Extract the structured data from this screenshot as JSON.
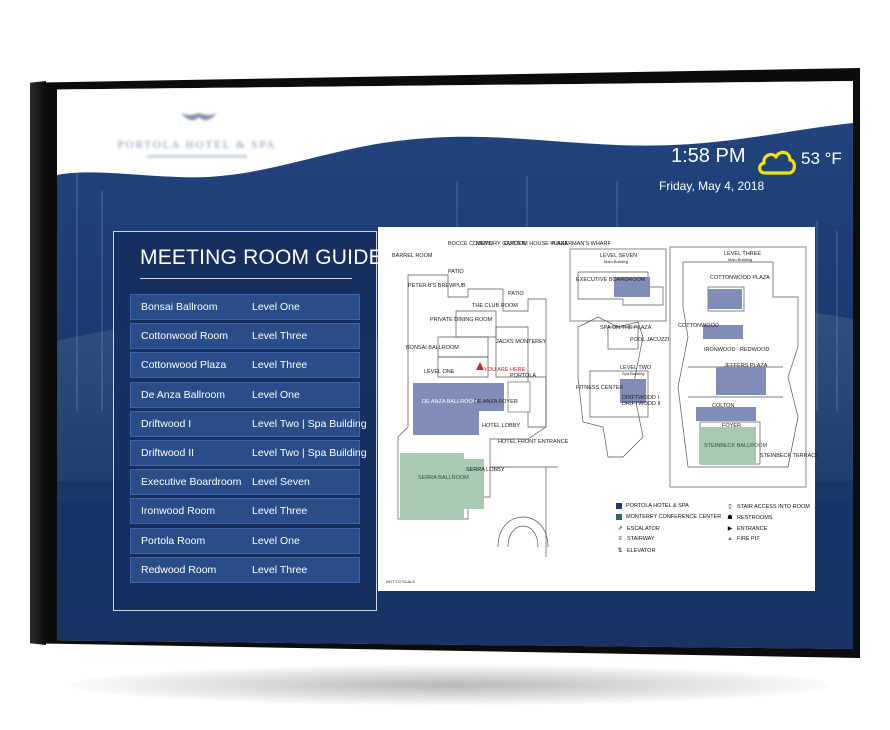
{
  "header": {
    "logo": {
      "line1": "PORTOLA HOTEL & SPA",
      "line2": ""
    },
    "time": "1:58 PM",
    "weather_icon": "cloud-icon",
    "temperature": "53 °F",
    "date": "Friday, May 4, 2018"
  },
  "colors": {
    "navy": "#1b3a72",
    "panel": "#162d5d",
    "row": "#2a4d8a",
    "cloud": "#f5e400",
    "portola": "#7f8db8",
    "monterey": "#a8c9b2"
  },
  "guide": {
    "title": "MEETING ROOM GUIDE",
    "rooms": [
      {
        "name": "Bonsai Ballroom",
        "level": "Level One"
      },
      {
        "name": "Cottonwood Room",
        "level": "Level Three"
      },
      {
        "name": "Cottonwood Plaza",
        "level": "Level Three"
      },
      {
        "name": "De Anza Ballroom",
        "level": "Level One"
      },
      {
        "name": "Driftwood I",
        "level": "Level Two | Spa Building"
      },
      {
        "name": "Driftwood II",
        "level": "Level Two | Spa Building"
      },
      {
        "name": "Executive Boardroom",
        "level": "Level Seven"
      },
      {
        "name": "Ironwood Room",
        "level": "Level Three"
      },
      {
        "name": "Portola Room",
        "level": "Level One"
      },
      {
        "name": "Redwood Room",
        "level": "Level Three"
      }
    ]
  },
  "map": {
    "labels": {
      "barrel_room": "BARREL ROOM",
      "bocce": "BOCCE COURTS",
      "memory_garden": "MEMORY GARDEN",
      "custom_house": "CUSTOM HOUSE PLAZA",
      "fishermans_wharf": "FISHERMAN'S WHARF",
      "patio1": "PATIO",
      "patio2": "PATIO",
      "peter_bs": "PETER B'S BREWPUB",
      "club_room": "THE CLUB ROOM",
      "private_dining": "PRIVATE DINING ROOM",
      "bonsai": "BONSAI BALLROOM",
      "jacks": "JACKS MONTEREY",
      "level_one": "LEVEL ONE",
      "you_are_here": "YOU ARE HERE",
      "portola": "PORTOLA",
      "de_anza_ballroom": "DE ANZA BALLROOM",
      "de_anza_foyer": "DE ANZA FOYER",
      "hotel_lobby": "HOTEL LOBBY",
      "hotel_front_entrance": "HOTEL FRONT ENTRANCE",
      "serra_ballroom": "SERRA BALLROOM",
      "serra_lobby": "SERRA LOBBY",
      "not_to_scale": "NOT TO SCALE",
      "level_seven": "LEVEL SEVEN",
      "main_building_7": "Main Building",
      "executive_boardroom": "EXECUTIVE BOARDROOM",
      "spa_on_plaza": "SPA ON THE PLAZA",
      "pool_jacuzzi": "POOL JACUZZI",
      "fitness_center": "FITNESS CENTER",
      "level_two": "LEVEL TWO",
      "spa_building": "Spa Building",
      "driftwood_1": "DRIFTWOOD I",
      "driftwood_2": "DRIFTWOOD II",
      "level_three": "LEVEL THREE",
      "main_building_3": "Main Building",
      "cottonwood_plaza": "COTTONWOOD PLAZA",
      "cottonwood": "COTTONWOOD",
      "ironwood": "IRONWOOD",
      "redwood": "REDWOOD",
      "jeffers_plaza": "JEFFERS PLAZA",
      "colton": "COLTON",
      "foyer": "FOYER",
      "steinbeck_ballroom": "STEINBECK BALLROOM",
      "steinbeck_terrace": "STEINBECK TERRACE"
    },
    "legend": [
      {
        "icon": "portola-swatch",
        "label": "PORTOLA HOTEL & SPA"
      },
      {
        "icon": "monterey-swatch",
        "label": "MONTEREY CONFERENCE CENTER"
      },
      {
        "icon": "escalator-icon",
        "label": "ESCALATOR"
      },
      {
        "icon": "stairway-icon",
        "label": "STAIRWAY"
      },
      {
        "icon": "elevator-icon",
        "label": "ELEVATOR"
      },
      {
        "icon": "stair-access-icon",
        "label": "STAIR ACCESS INTO ROOM"
      },
      {
        "icon": "restroom-icon",
        "label": "RESTROOMS"
      },
      {
        "icon": "entrance-icon",
        "label": "ENTRANCE"
      },
      {
        "icon": "fire-pit-icon",
        "label": "FIRE PIT"
      }
    ]
  }
}
